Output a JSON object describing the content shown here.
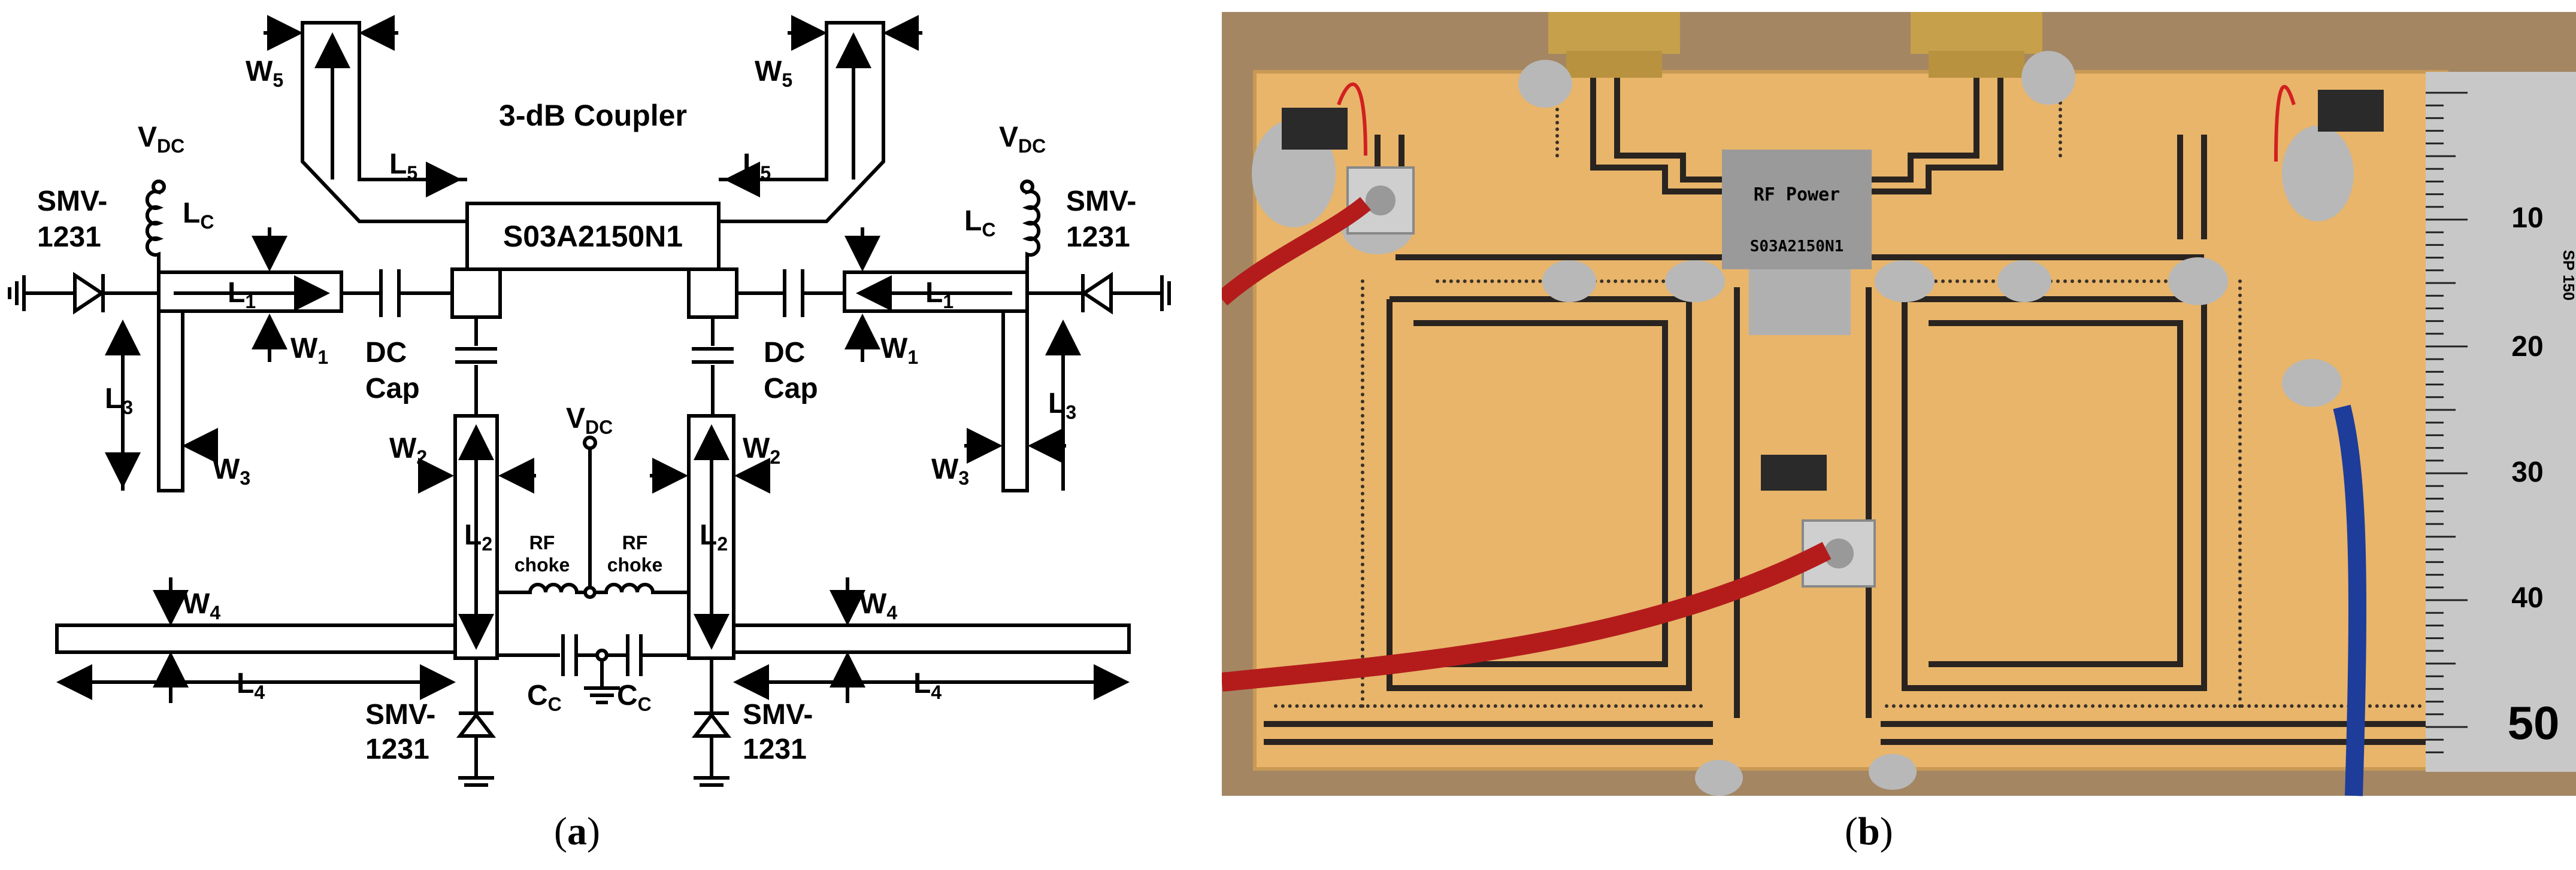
{
  "schematic": {
    "coupler_title": "3-dB Coupler",
    "chip_label": "S03A2150N1",
    "vdc": "V",
    "vdc_sub": "DC",
    "lc": "L",
    "lc_sub": "C",
    "smv": "SMV-",
    "smv_num": "1231",
    "dc": "DC",
    "cap": "Cap",
    "rf": "RF",
    "choke": "choke",
    "cc": "C",
    "cc_sub": "C",
    "L1": "1",
    "L2": "2",
    "L3": "3",
    "L4": "4",
    "L5": "5",
    "W1": "1",
    "W2": "2",
    "W3": "3",
    "W4": "4",
    "W5": "5",
    "L": "L",
    "W": "W"
  },
  "photo": {
    "chip_text1": "RF Power",
    "chip_text2": "S03A2150N1",
    "ruler_numbers": [
      "10",
      "20",
      "30",
      "40",
      "50"
    ],
    "ruler_brand": "SP 150"
  },
  "captions": {
    "a_open": "(",
    "a_letter": "a",
    "a_close": ")",
    "b_open": "(",
    "b_letter": "b",
    "b_close": ")"
  }
}
